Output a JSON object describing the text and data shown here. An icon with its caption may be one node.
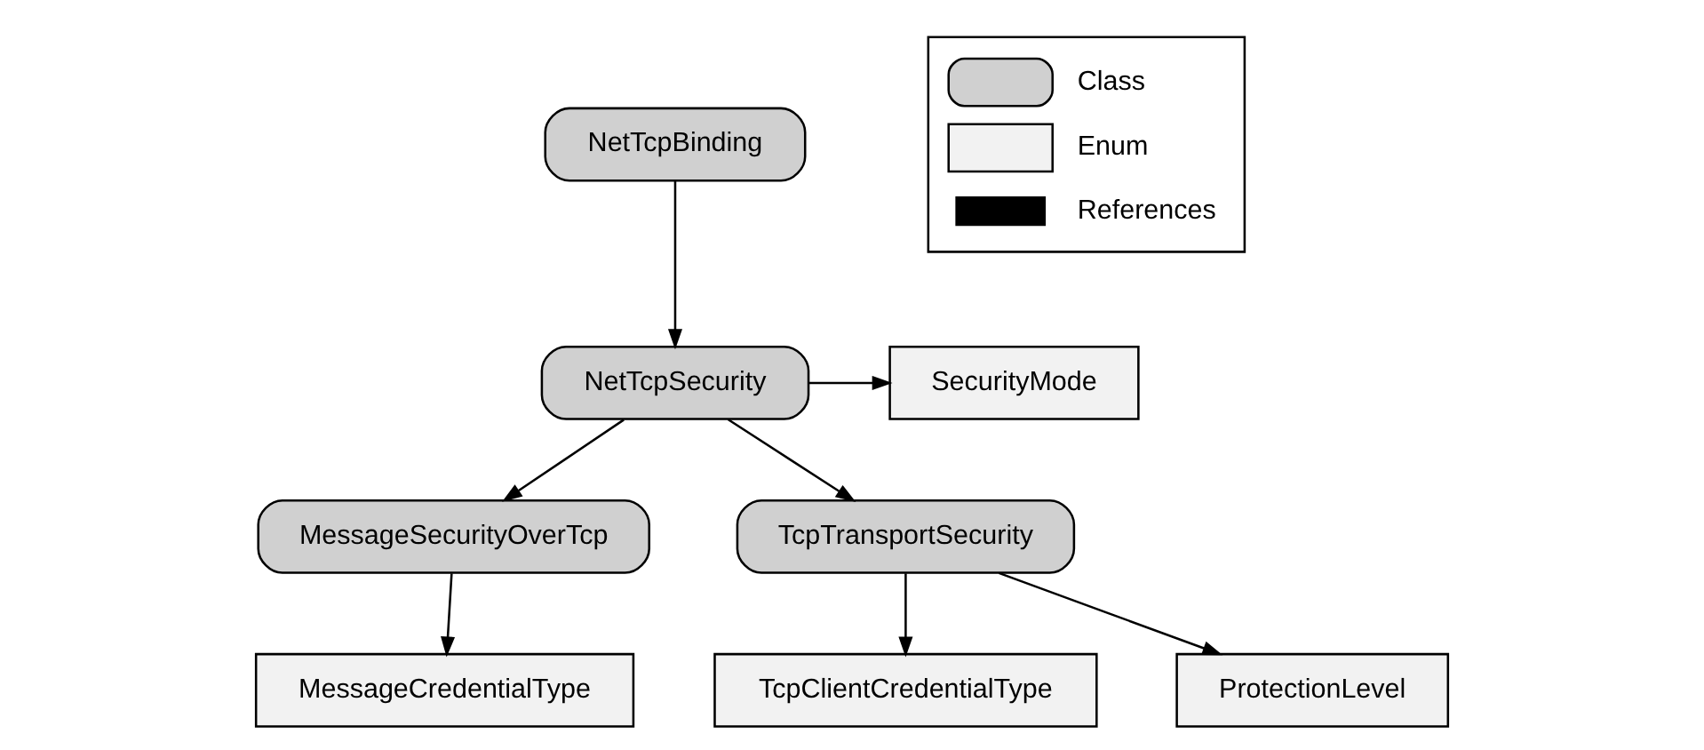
{
  "diagram": {
    "nodes": [
      {
        "text": [
          "NetTcpBinding"
        ]
      },
      {
        "text": [
          "SecurityMode"
        ]
      },
      {
        "text": [
          "NetTcpSecurity"
        ]
      },
      {
        "text": [
          "MessageSecurityOverTcp"
        ]
      },
      {
        "text": [
          "TcpTransportSecurity"
        ]
      },
      {
        "text": [
          "MessageCredentialType"
        ]
      },
      {
        "text": [
          "TcpClientCredentialType"
        ]
      },
      {
        "text": [
          "ProtectionLevel"
        ]
      }
    ],
    "edges": [
      {
        "from": 0,
        "to": 2,
        "arrow": "to"
      },
      {
        "from": 2,
        "to": 1,
        "arrow": "to"
      },
      {
        "from": 2,
        "to": 3,
        "arrow": "to"
      },
      {
        "from": 2,
        "to": 4,
        "arrow": "to"
      },
      {
        "from": 3,
        "to": 5,
        "arrow": "to"
      },
      {
        "from": 4,
        "to": 6,
        "arrow": "to"
      },
      {
        "from": 4,
        "to": 7,
        "arrow": "to"
      }
    ],
    "legend": [
      {
        "text": "Class"
      },
      {
        "text": "Enum"
      },
      {
        "text": "References"
      }
    ]
  }
}
